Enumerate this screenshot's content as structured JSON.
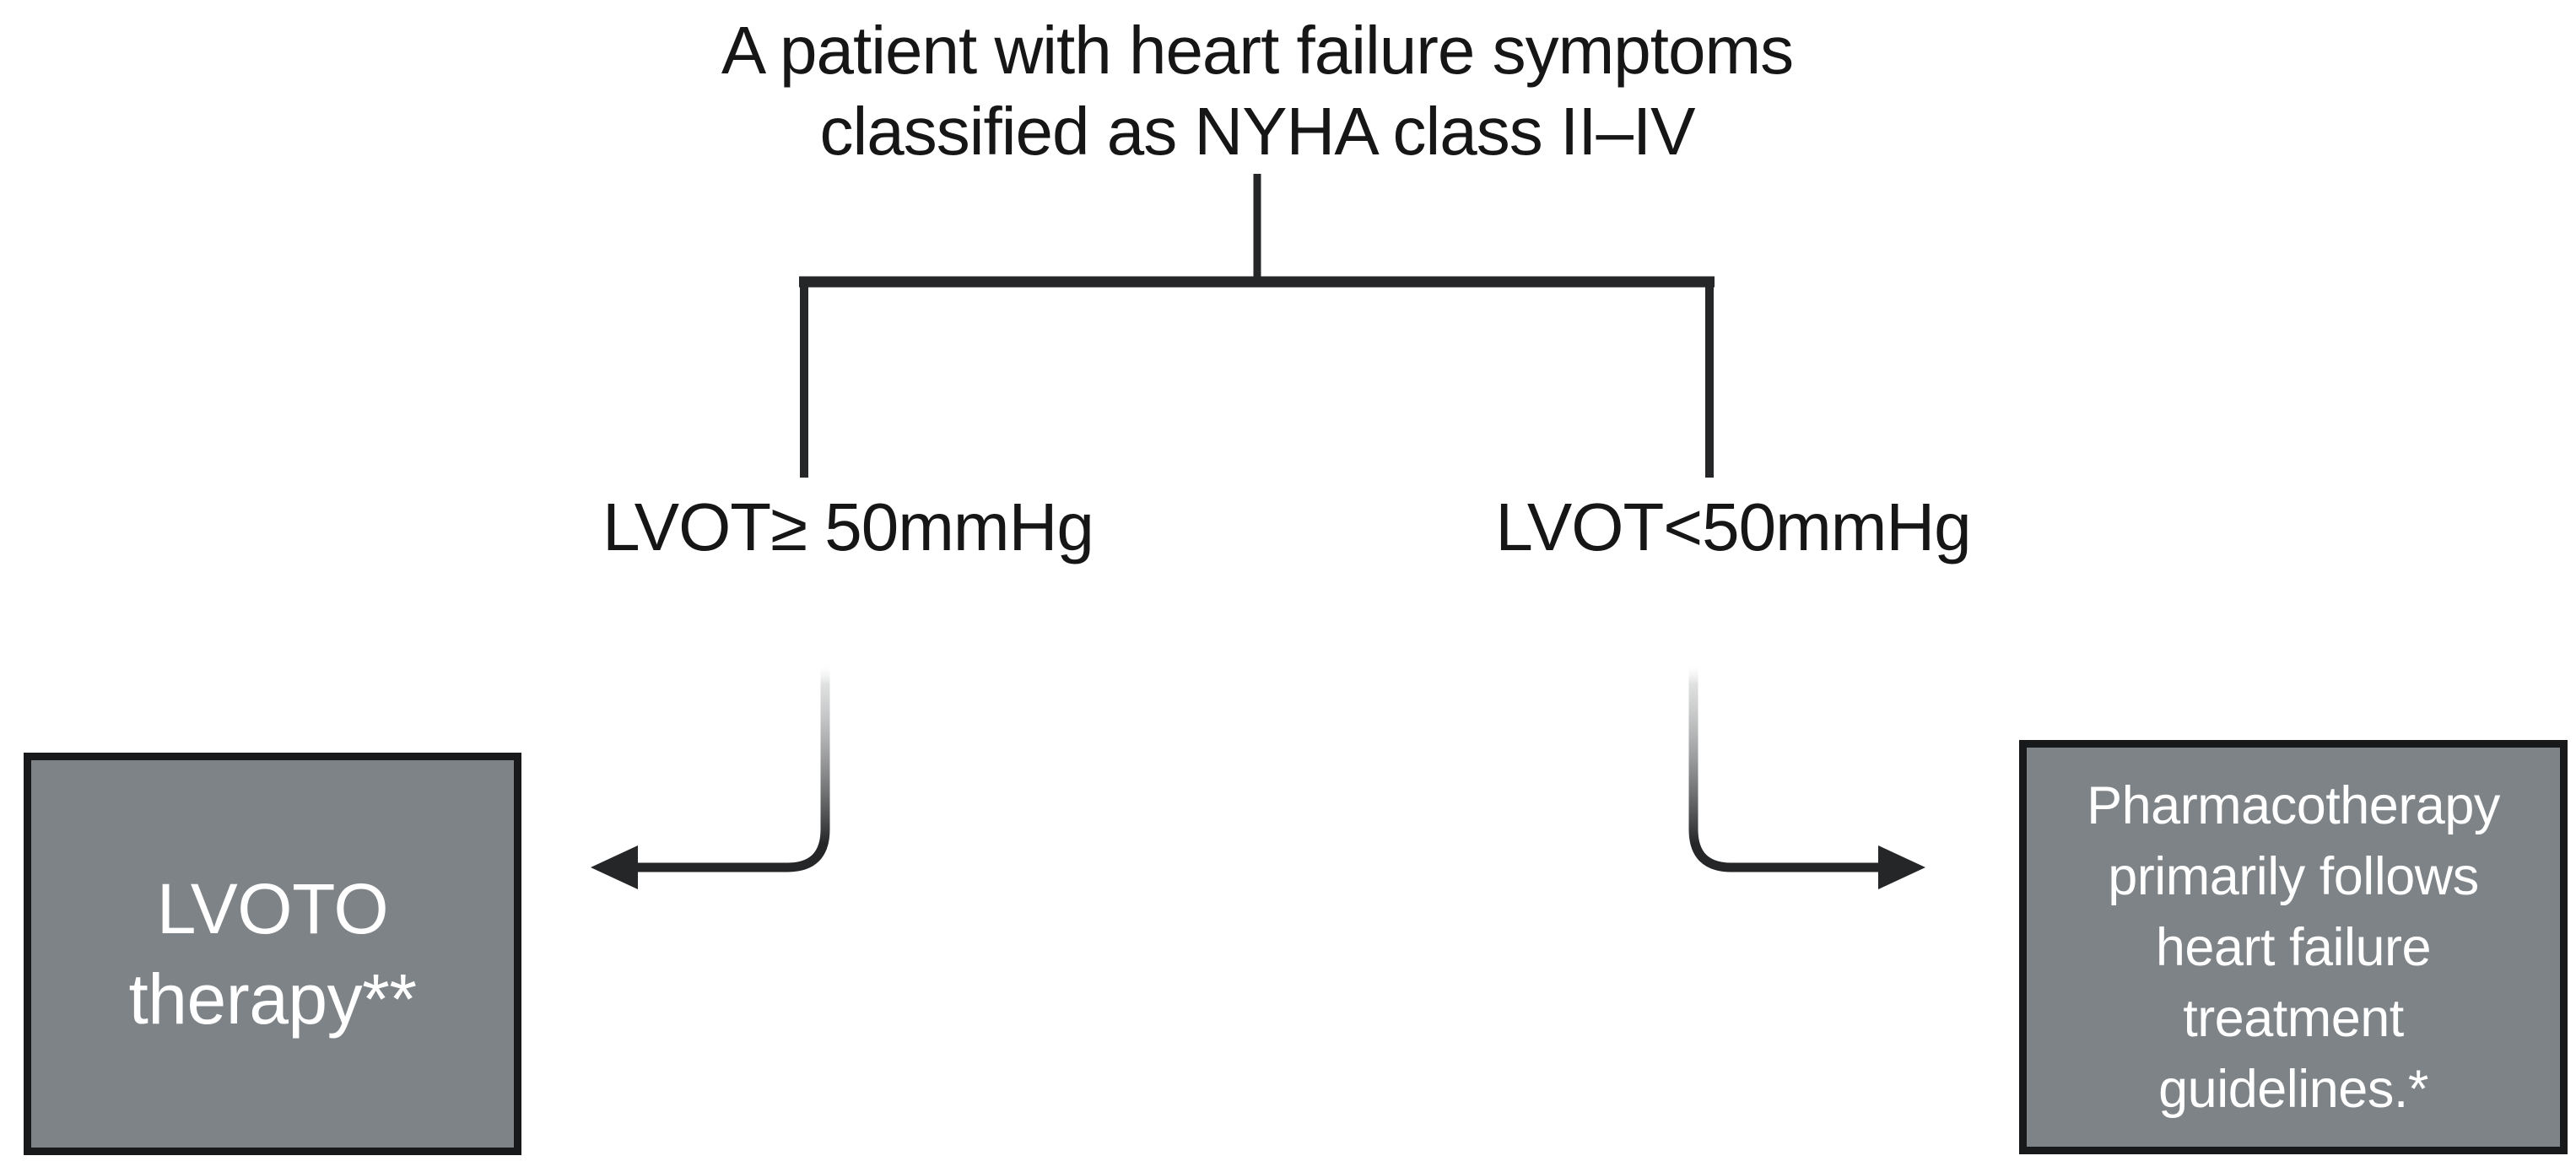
{
  "colors": {
    "background": "#ffffff",
    "text": "#161616",
    "line": "#242628",
    "box-fill": "#7e8387",
    "box-border": "#17191b",
    "box-text": "#ffffff"
  },
  "flowchart": {
    "root": {
      "lines": [
        "A patient with heart failure symptoms",
        "classified as NYHA class II–IV"
      ]
    },
    "branches": [
      {
        "side": "left",
        "condition": "LVOT≥ 50mmHg",
        "outcome_lines": [
          "LVOTO",
          "therapy**"
        ]
      },
      {
        "side": "right",
        "condition": "LVOT<50mmHg",
        "outcome_lines": [
          "Pharmacotherapy",
          "primarily follows",
          "heart failure",
          "treatment",
          "guidelines.*"
        ]
      }
    ]
  }
}
